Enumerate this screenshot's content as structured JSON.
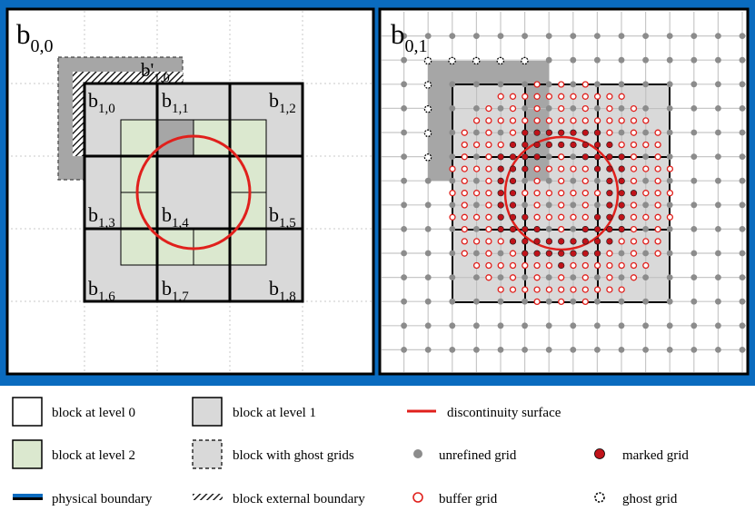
{
  "panel_left": {
    "title": {
      "base": "b",
      "sub": "0,0"
    },
    "ghost_block": {
      "base": "b'",
      "sub": "1,0"
    },
    "blocks": [
      {
        "base": "b",
        "sub": "1,0"
      },
      {
        "base": "b",
        "sub": "1,1"
      },
      {
        "base": "b",
        "sub": "1,2"
      },
      {
        "base": "b",
        "sub": "1,3"
      },
      {
        "base": "b",
        "sub": "1,4"
      },
      {
        "base": "b",
        "sub": "1,5"
      },
      {
        "base": "b",
        "sub": "1,6"
      },
      {
        "base": "b",
        "sub": "1,7"
      },
      {
        "base": "b",
        "sub": "1,8"
      }
    ]
  },
  "panel_right": {
    "title": {
      "base": "b",
      "sub": "0,1"
    }
  },
  "legend": [
    {
      "key": "level0",
      "label": "block at level 0"
    },
    {
      "key": "level1",
      "label": "block at level 1"
    },
    {
      "key": "discontinuity",
      "label": "discontinuity surface"
    },
    {
      "key": "level2",
      "label": "block at level 2"
    },
    {
      "key": "ghost_block",
      "label": "block with ghost grids"
    },
    {
      "key": "unrefined",
      "label": "unrefined grid"
    },
    {
      "key": "marked",
      "label": "marked grid"
    },
    {
      "key": "physical",
      "label": "physical boundary"
    },
    {
      "key": "external",
      "label": "block external boundary"
    },
    {
      "key": "buffer",
      "label": "buffer grid"
    },
    {
      "key": "ghost_grid",
      "label": "ghost grid"
    }
  ],
  "colors": {
    "physical_boundary": "#0a6bbf",
    "level1_fill": "#d9d9d9",
    "level2_fill": "#dbe8cf",
    "ghost_dark": "#a6a6a6",
    "discontinuity": "#e0201c",
    "unrefined": "#8c8c8c",
    "marked": "#c0131a"
  }
}
